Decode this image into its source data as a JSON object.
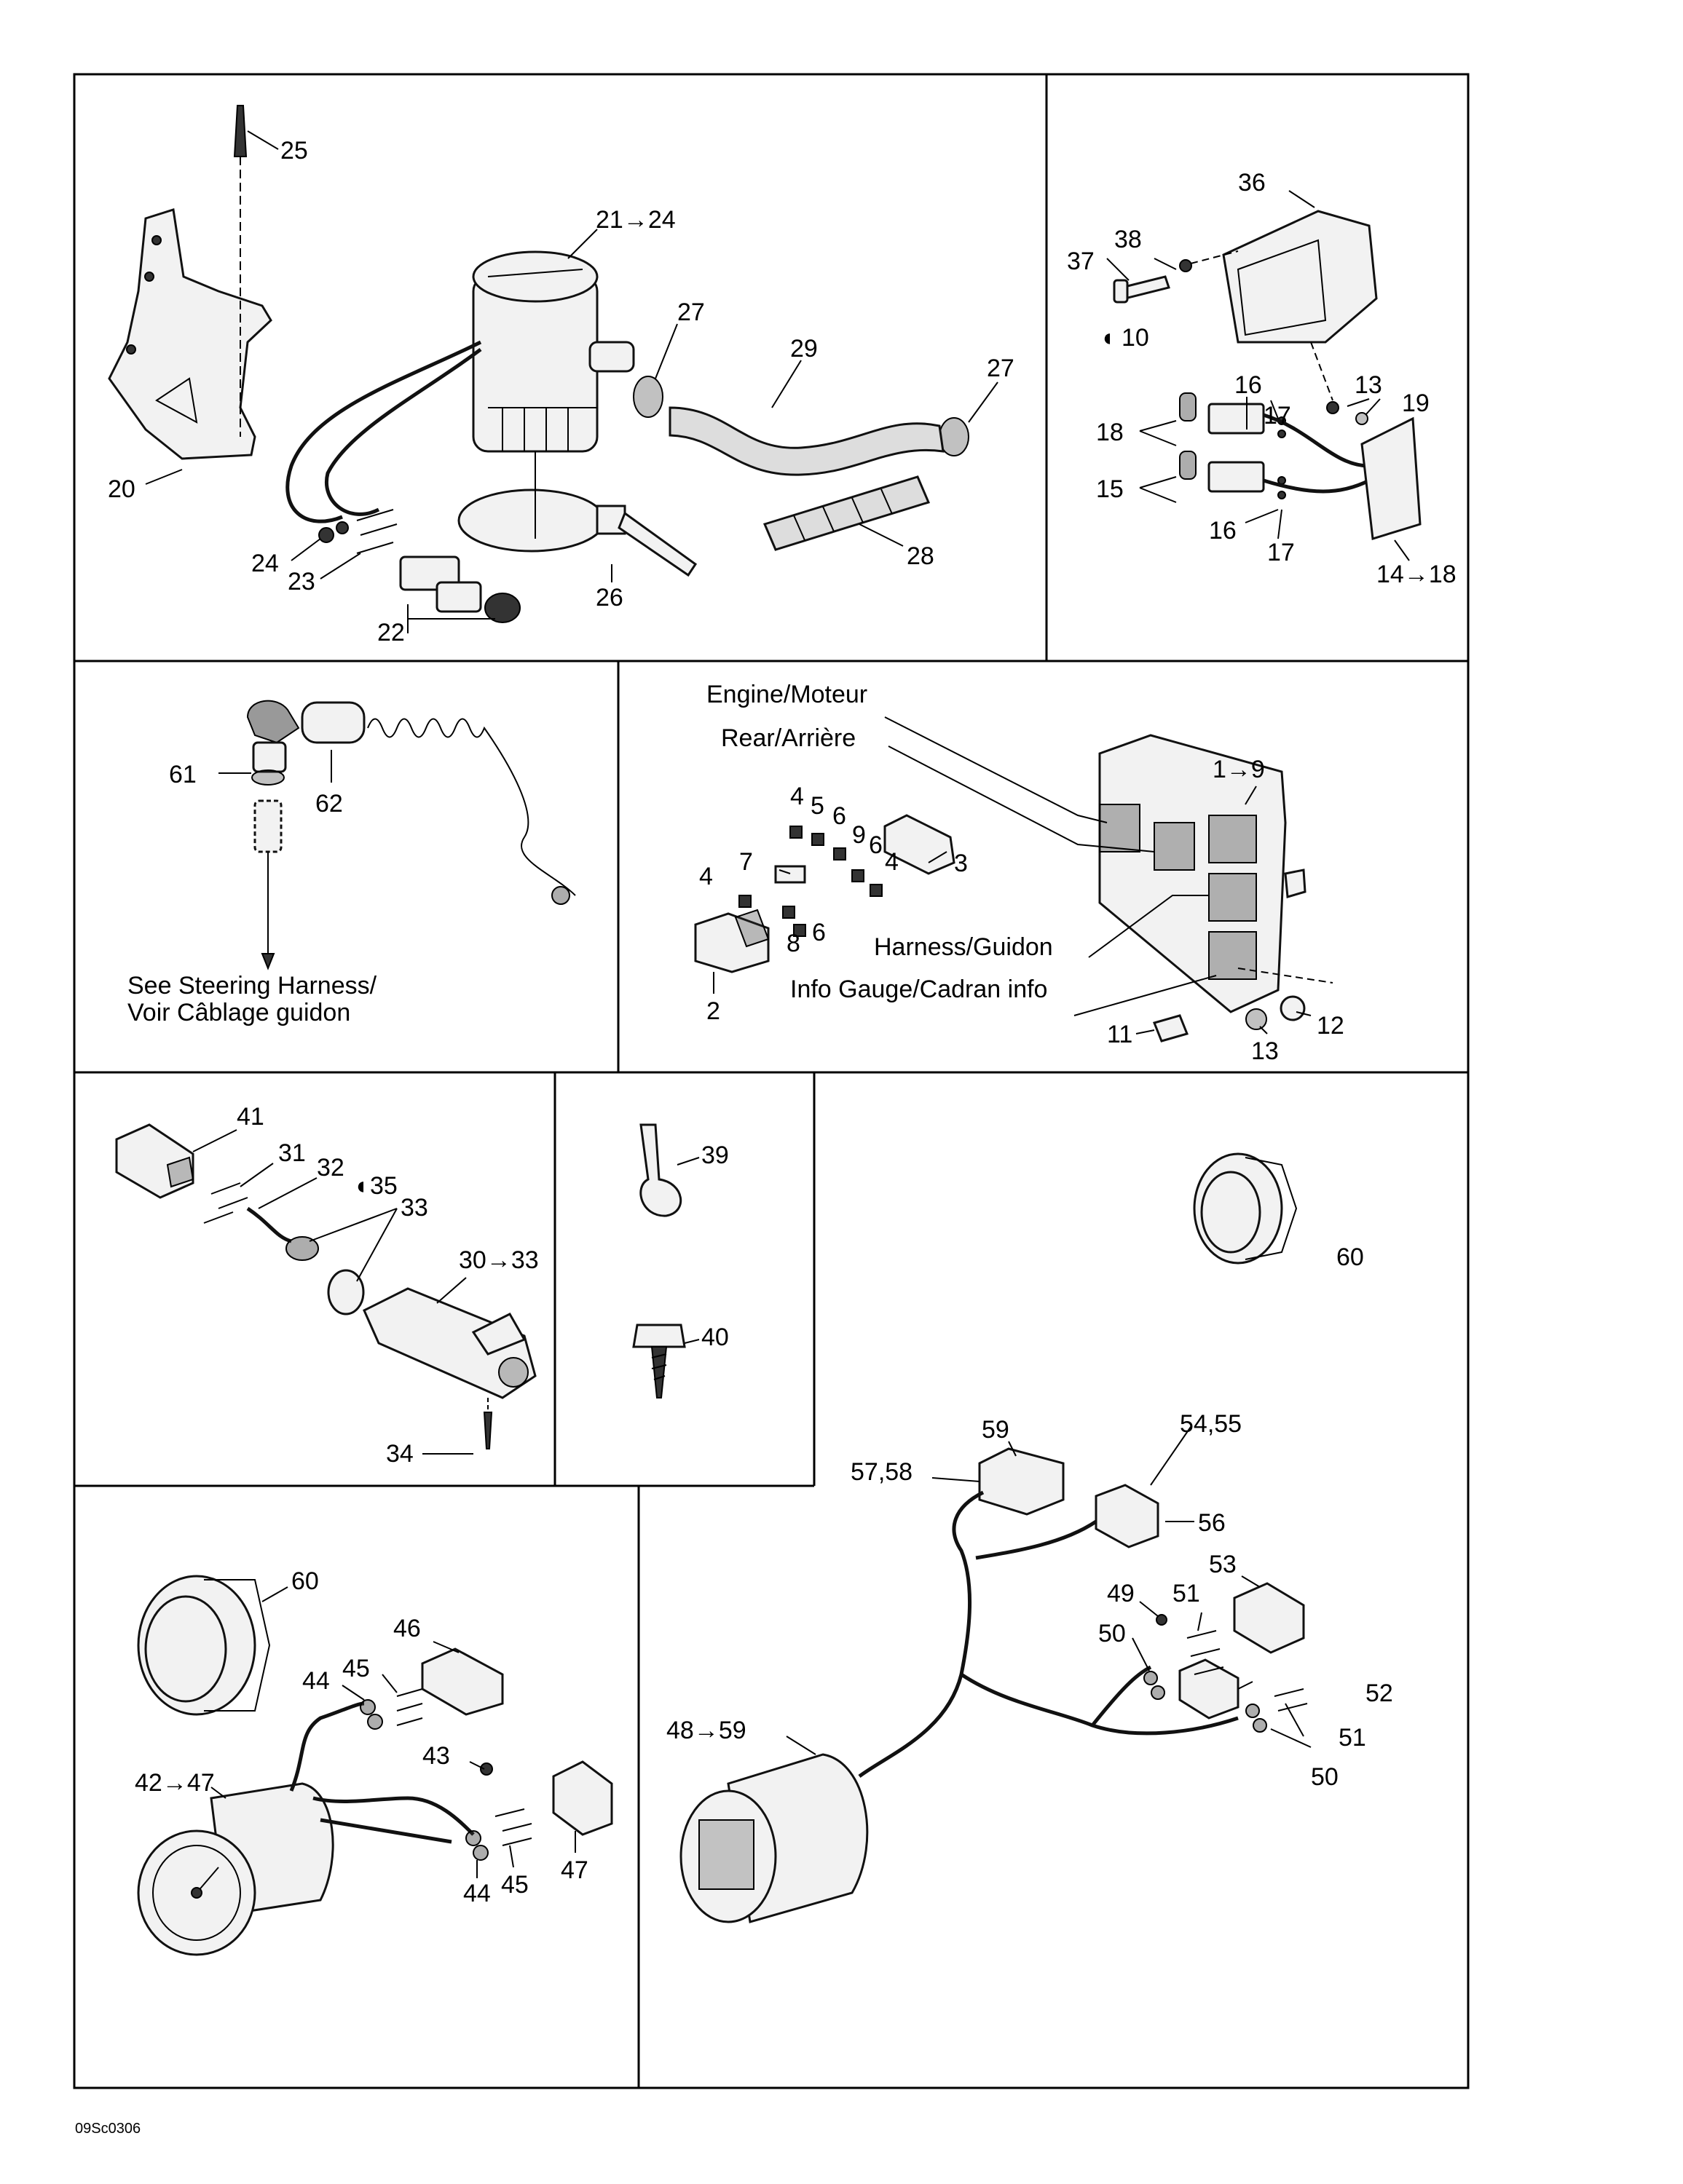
{
  "diagram": {
    "reference_code": "09Sc0306",
    "panels": {
      "bilge_pump": {
        "labels": [
          "25",
          "21→24",
          "27",
          "29",
          "27",
          "20",
          "24",
          "23",
          "22",
          "26",
          "28"
        ]
      },
      "relay_box": {
        "labels": [
          "36",
          "38",
          "37",
          "10",
          "16",
          "13",
          "19",
          "17",
          "18",
          "15",
          "16",
          "17",
          "14→18"
        ]
      },
      "start_stop_switch": {
        "labels": [
          "61",
          "62"
        ],
        "note_line1": "See Steering Harness/",
        "note_line2": "Voir Câblage guidon"
      },
      "mpem": {
        "connector_labels": [
          "Engine/Moteur",
          "Rear/Arrière",
          "Harness/Guidon",
          "Info Gauge/Cadran info"
        ],
        "labels": [
          "1→9",
          "4",
          "5",
          "6",
          "9",
          "6",
          "3",
          "7",
          "4",
          "4",
          "8",
          "6",
          "2",
          "11",
          "13",
          "12"
        ]
      },
      "trim_sensor": {
        "labels": [
          "41",
          "31",
          "32",
          "35",
          "33",
          "30→33",
          "34"
        ]
      },
      "fasteners": {
        "labels": [
          "39",
          "40"
        ]
      },
      "analog_gauge": {
        "labels": [
          "60",
          "46",
          "44",
          "45",
          "43",
          "42→47",
          "47",
          "45",
          "44"
        ]
      },
      "info_gauge": {
        "labels": [
          "60",
          "59",
          "57,58",
          "54,55",
          "56",
          "53",
          "49",
          "51",
          "50",
          "52",
          "48→59",
          "51",
          "50"
        ]
      }
    }
  }
}
